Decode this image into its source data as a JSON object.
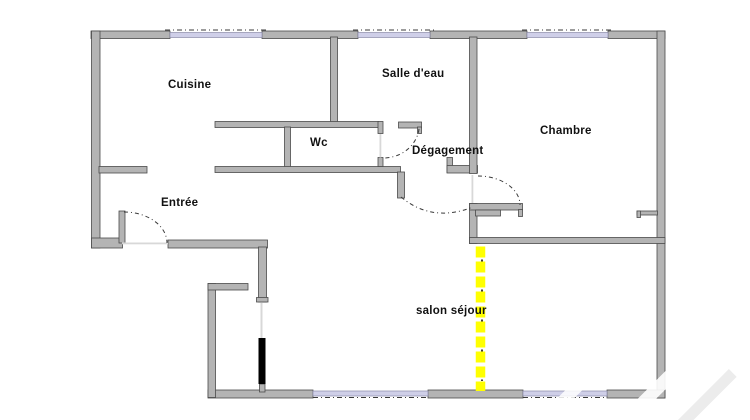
{
  "plan": {
    "type": "apartment-floor-plan",
    "rooms": [
      {
        "id": "cuisine",
        "label": "Cuisine"
      },
      {
        "id": "salle-deau",
        "label": "Salle d'eau"
      },
      {
        "id": "chambre",
        "label": "Chambre"
      },
      {
        "id": "wc",
        "label": "Wc"
      },
      {
        "id": "degagement",
        "label": "Dégagement"
      },
      {
        "id": "entree",
        "label": "Entrée"
      },
      {
        "id": "salon-sejour",
        "label": "salon séjour"
      }
    ]
  },
  "colors": {
    "background": "#ffffff",
    "wall_fill": "#b4b4b4",
    "wall_stroke": "#4a4a4a",
    "window_fill": "#cfcfe8",
    "window_stroke": "#8a8aa8",
    "door_line": "#3a3a3a",
    "thin_line": "#d8d8d8",
    "black_marker": "#000000",
    "highlight_yellow": "#ffff00",
    "label_color": "#111111"
  }
}
